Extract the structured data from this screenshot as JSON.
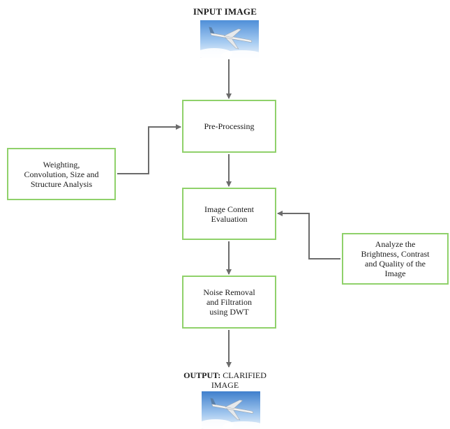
{
  "input_label": "INPUT IMAGE",
  "boxes": {
    "preprocessing": "Pre-Processing",
    "weighting": "Weighting,\nConvolution, Size and\nStructure Analysis",
    "content_eval": "Image Content\nEvaluation",
    "analyze": "Analyze the\nBrightness, Contrast\nand Quality of the\nImage",
    "noise": "Noise Removal\nand Filtration\nusing DWT"
  },
  "output_label": {
    "prefix": "OUTPUT:",
    "text": " CLARIFIED\nIMAGE"
  },
  "colors": {
    "box_border": "#8fd16a",
    "arrow": "#6b6b6b"
  },
  "icons": {
    "input_image": "airplane-photo",
    "output_image": "airplane-photo"
  }
}
